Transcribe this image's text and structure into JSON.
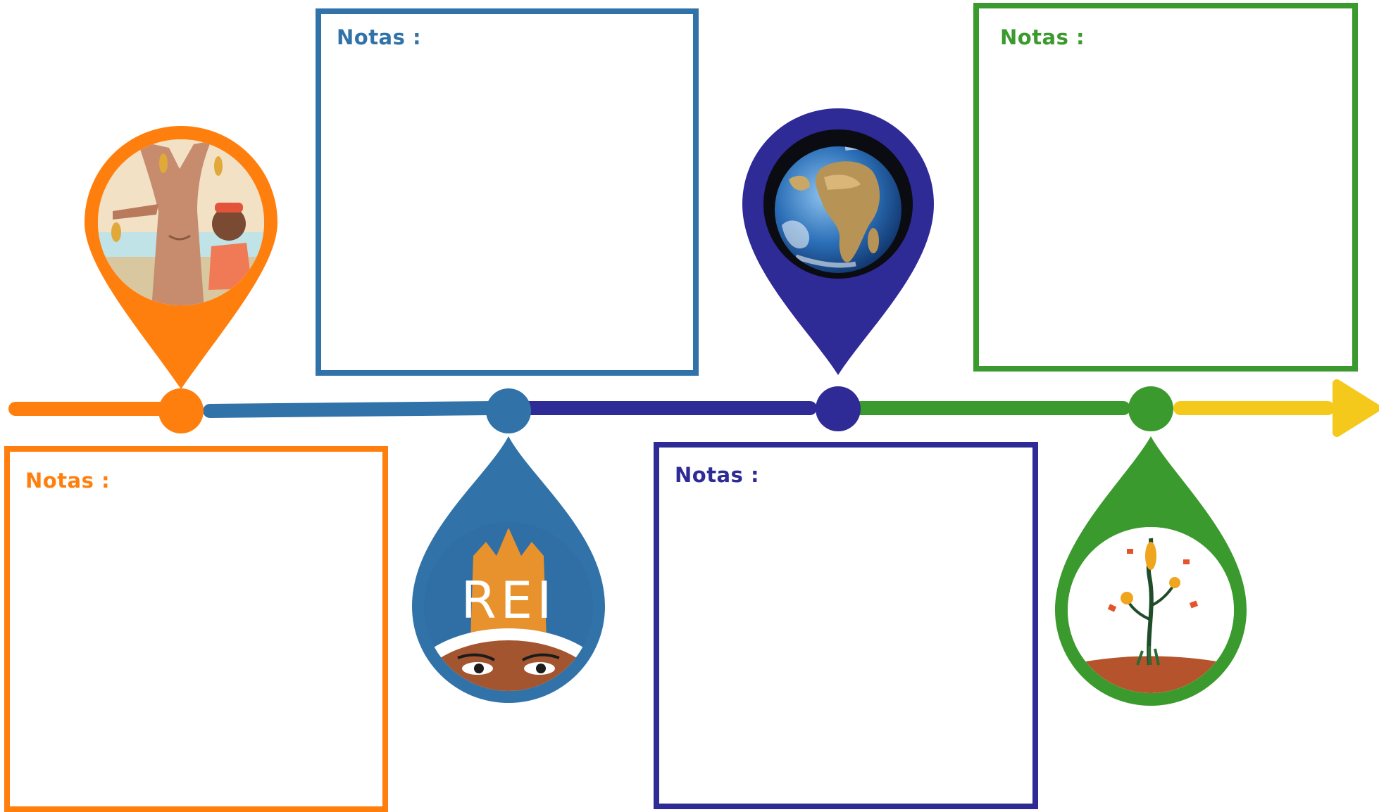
{
  "colors": {
    "orange": "#ff7f0e",
    "blue": "#3173a8",
    "indigo": "#2e2a96",
    "green": "#3b9a2d",
    "yellow": "#f5c91c"
  },
  "notes": [
    {
      "label": "Notas :",
      "color": "#ff7f0e"
    },
    {
      "label": "Notas :",
      "color": "#3173a8"
    },
    {
      "label": "Notas :",
      "color": "#2e2a96"
    },
    {
      "label": "Notas :",
      "color": "#3b9a2d"
    }
  ],
  "markers": [
    {
      "image": "baobab-tree-hug-illustration",
      "color": "#ff7f0e"
    },
    {
      "image": "rei-crown-illustration",
      "image_text": "REI",
      "color": "#3173a8"
    },
    {
      "image": "earth-globe-photo",
      "color": "#2e2a96"
    },
    {
      "image": "sprouting-plant-illustration",
      "color": "#3b9a2d"
    }
  ]
}
